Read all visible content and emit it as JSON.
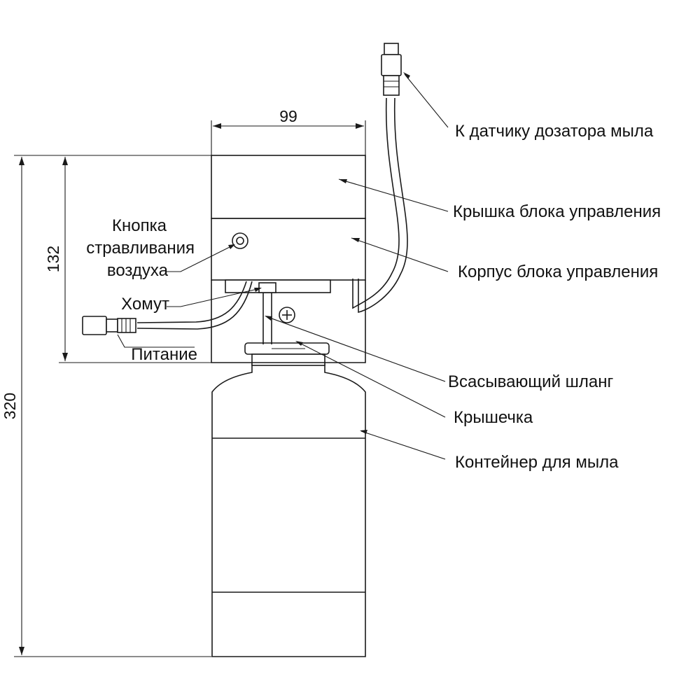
{
  "dimensions": {
    "width": "99",
    "top_height": "132",
    "total_height": "320"
  },
  "labels": {
    "sensor": "К датчику дозатора мыла",
    "lid": "Крышка блока управления",
    "body": "Корпус блока управления",
    "button_line1": "Кнопка",
    "button_line2": "стравливания",
    "button_line3": "воздуха",
    "clamp": "Хомут",
    "power": "Питание",
    "hose": "Всасывающий шланг",
    "cap": "Крышечка",
    "container": "Контейнер для мыла"
  },
  "colors": {
    "line": "#1a1a1a",
    "background": "#ffffff"
  }
}
